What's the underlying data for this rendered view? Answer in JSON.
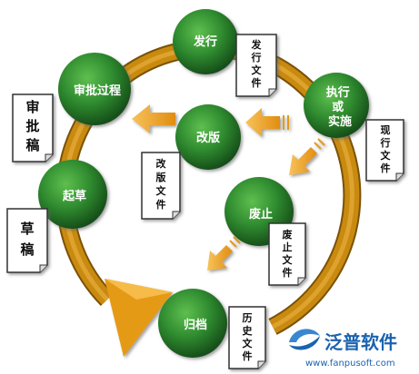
{
  "nodes": {
    "issue": "发行",
    "approval": "审批过程",
    "revision": "改版",
    "execute": "执行或实施",
    "draft": "起草",
    "abolish": "废止",
    "archive": "归档"
  },
  "documents": {
    "issue_doc": "发行文件",
    "current_doc": "现行文件",
    "approval_draft": "审批稿",
    "revision_doc": "改版文件",
    "draft_doc": "草稿",
    "abolish_doc": "废止文件",
    "history_doc": "历史文件"
  },
  "logo": {
    "name": "泛普软件",
    "url": "www.fanpusoft.com"
  },
  "colors": {
    "ring": "#c98a10",
    "ring_dark": "#9a6507",
    "arrow": "#f3a31a",
    "node_green": "#2f8b2f",
    "node_dark": "#1d5e1d",
    "logo_blue": "#1a63b0"
  }
}
